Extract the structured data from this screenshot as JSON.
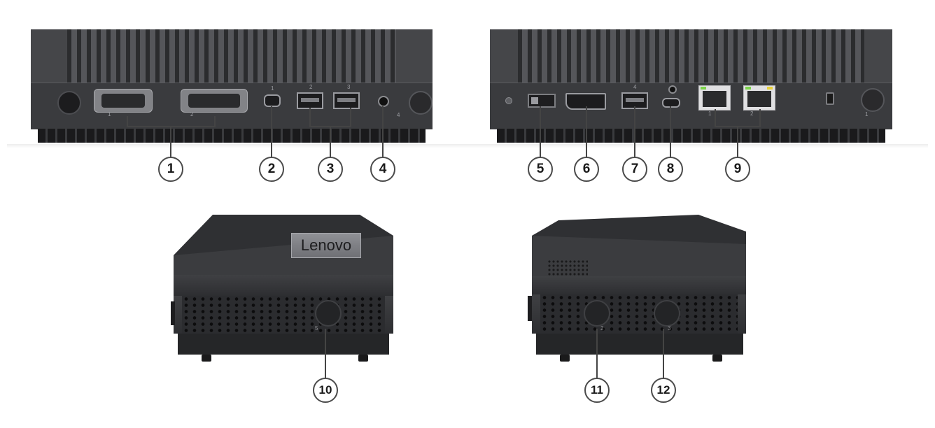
{
  "callouts": [
    "1",
    "2",
    "3",
    "4",
    "5",
    "6",
    "7",
    "8",
    "9",
    "10",
    "11",
    "12"
  ],
  "port_numbers": {
    "usbc_front": "1",
    "usb_a_left": "2",
    "usb_a_right": "3",
    "usb_a_rear": "4",
    "lan_left": "1",
    "lan_right": "2",
    "antenna_front": "4",
    "antenna_rear": "1",
    "antenna_side_left": "5",
    "antenna_side_right_a": "2",
    "antenna_side_right_b": "3",
    "serial_left": "1",
    "serial_right": "2"
  },
  "brand": "Lenovo",
  "icons": [
    "power-icon",
    "serial-port-icon",
    "usb-c-display-icon",
    "usb-icon",
    "headset-icon",
    "antenna-icon",
    "displayport-icon",
    "ethernet-icon",
    "security-lock-icon",
    "power-switch-icon"
  ],
  "colors": {
    "chassis": "#3a3b3e",
    "fins": "#2b2c2e",
    "callout_border": "#4a4a4a",
    "led_green": "#7bd34a",
    "led_yellow": "#e8d13a"
  }
}
